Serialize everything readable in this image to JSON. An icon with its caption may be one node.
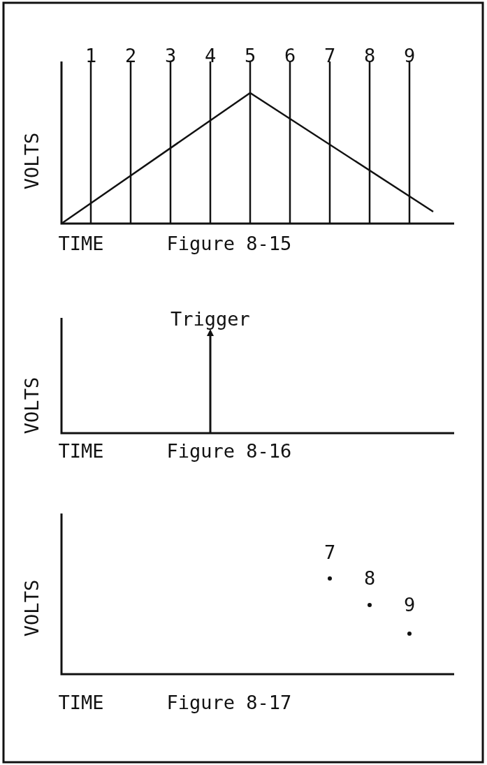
{
  "diagram": {
    "labels": [
      "1",
      "2",
      "3",
      "4",
      "5",
      "6",
      "7",
      "8",
      "9",
      "VOLTS",
      "TIME",
      "Figure 8-15",
      "Trigger",
      "VOLTS",
      "TIME",
      "Figure 8-16",
      "7",
      "8",
      "9",
      "VOLTS",
      "TIME",
      "Figure 8-17"
    ]
  }
}
